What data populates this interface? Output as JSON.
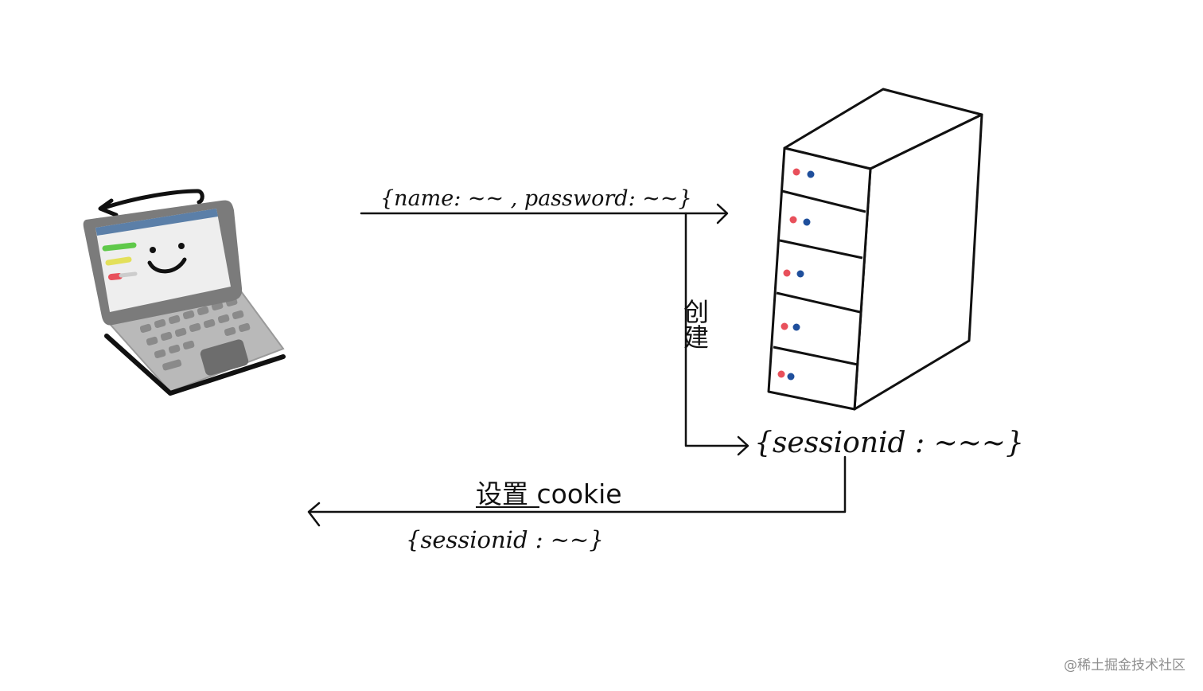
{
  "labels": {
    "request": "{name: ~~ , password: ~~}",
    "create": "创建",
    "session": "{sessionid : ~~~}",
    "set_cookie": "设置 cookie",
    "response": "{sessionid : ~~}"
  },
  "watermark": "@稀土掘金技术社区",
  "icons": {
    "client": "laptop-icon",
    "server": "server-tower-icon"
  },
  "colors": {
    "line": "#111111",
    "screen_frame": "#7b7b7b",
    "laptop_body": "#b9b9b9",
    "screen_bar": "#5b7fa8",
    "led_red": "#e8505b",
    "led_blue": "#1f4f9c",
    "green": "#5fc94a",
    "yellow": "#e3e05a"
  }
}
